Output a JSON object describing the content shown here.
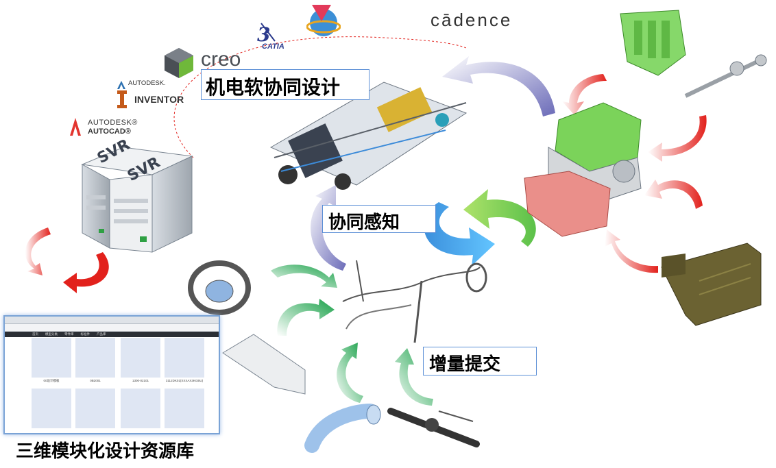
{
  "logos": {
    "autocad_brand": "AUTODESK®",
    "autocad_name": "AUTOCAD®",
    "inventor_brand": "AUTODESK.",
    "inventor_name": "INVENTOR",
    "creo": "creo",
    "catia": "CATIA",
    "cadence": "cādence"
  },
  "server": {
    "label_a": "SVR",
    "label_b": "SVR"
  },
  "labels": {
    "co_design": "机电软协同设计",
    "co_sense": "协同感知",
    "incremental_submit": "增量提交",
    "library_title": "三维模块化设计资源库"
  },
  "library_window": {
    "tabs": [
      "首页",
      "模型分类",
      "零件库",
      "标准件",
      "产品库"
    ],
    "captions": [
      "00设计模板",
      "0B2001",
      "1300-02101",
      "3112DK01(XXXAX3KGBU)"
    ]
  },
  "colors": {
    "red_arrow": "#e2211c",
    "green_arrow": "#17a047",
    "box_border": "#5b8fd6",
    "purple_arrow": "#7f7fc4",
    "engine_green": "#7bd35a",
    "engine_pink": "#ea8f8a"
  },
  "icons": [
    "autocad-icon",
    "inventor-icon",
    "creo-icon",
    "catia-icon",
    "nx-icon",
    "cadence-logo",
    "server-icon"
  ]
}
